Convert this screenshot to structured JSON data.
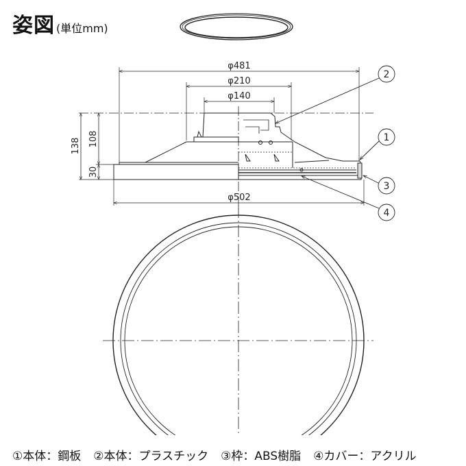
{
  "header": {
    "title": "姿図",
    "unit": "(単位mm)"
  },
  "dimensions": {
    "d481": "φ481",
    "d210": "φ210",
    "d140": "φ140",
    "d502": "φ502",
    "h138": "138",
    "h108": "108",
    "h30": "30"
  },
  "callouts": [
    "1",
    "2",
    "3",
    "4"
  ],
  "legend": [
    "①本体：鋼板",
    "②本体：プラスチック",
    "③枠：ABS樹脂",
    "④カバー：アクリル"
  ],
  "colors": {
    "line": "#222222",
    "background": "#ffffff"
  }
}
